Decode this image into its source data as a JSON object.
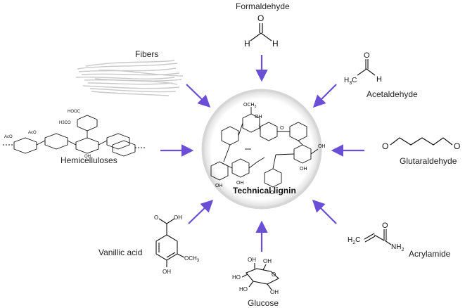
{
  "center": {
    "label": "Technical lignin"
  },
  "nodes": {
    "formaldehyde": "Formaldehyde",
    "fibers": "Fibers",
    "acetaldehyde": "Acetaldehyde",
    "hemicelluloses": "Hemicelluloses",
    "glutaraldehyde": "Glutaraldehyde",
    "vanillic_acid": "Vanillic acid",
    "acrylamide": "Acrylamide",
    "glucose": "Glucose"
  },
  "formula_text": {
    "formaldehyde_o": "O",
    "formaldehyde_h1": "H",
    "formaldehyde_h2": "H",
    "acetaldehyde_o": "O",
    "acetaldehyde_h": "H",
    "acetaldehyde_h3c": "H3C",
    "glut_o1": "O",
    "glut_o2": "O",
    "acryl_o": "O",
    "acryl_nh2": "NH2",
    "acryl_h2c": "H2C",
    "vanillic_oh_top": "OH",
    "vanillic_o": "O",
    "vanillic_och3": "OCH3",
    "vanillic_oh_bottom": "OH",
    "glucose_oh1": "OH",
    "glucose_oh2": "OH",
    "glucose_ho1": "HO",
    "glucose_ho2": "HO",
    "glucose_oh3": "OH",
    "glucose_o": "O",
    "hemi_hooc": "HOOC",
    "hemi_h3co": "H3CO",
    "hemi_aco1": "AcO",
    "hemi_aco2": "AcO",
    "hemi_oh": "OH",
    "lignin_och3": "OCH3",
    "lignin_oh": "OH",
    "lignin_o": "O",
    "lignin_cooh": "OH"
  },
  "colors": {
    "arrow": "#6a4fd6",
    "halo_outer": "#d8d8d8",
    "halo_inner": "#f2f2f2",
    "ink": "#111111",
    "fiber": "#c4c4c4"
  }
}
